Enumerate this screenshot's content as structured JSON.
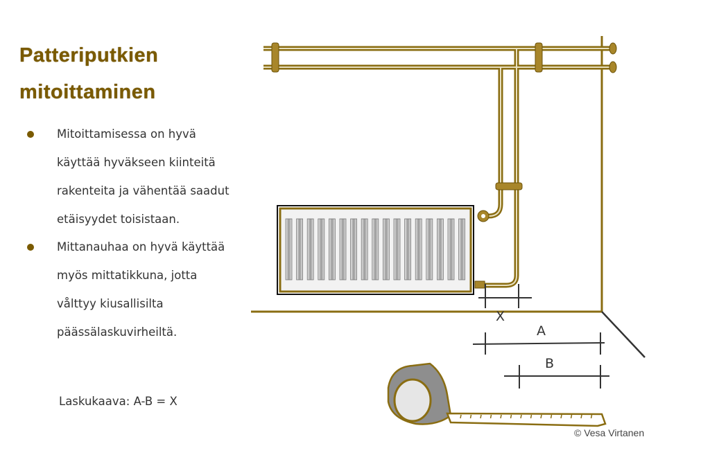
{
  "title": {
    "line1": "Patteriputkien",
    "line2": "mitoittaminen"
  },
  "bullets": [
    {
      "lines": [
        "Mitoittamisessa on hyvä",
        "käyttää hyväkseen kiinteitä",
        "rakenteita ja vähentää saadut",
        "etäisyydet toisistaan."
      ]
    },
    {
      "lines": [
        "Mittanauhaa on hyvä käyttää",
        "myös mittatikkuna, jotta",
        "vålttyy kiusallisilta",
        "päässälaskuvirheiltä."
      ]
    }
  ],
  "formula": "Laskukaava: A-B = X",
  "dimensions": {
    "x": "X",
    "a": "A",
    "b": "B"
  },
  "copyright": "© Vesa Virtanen",
  "colors": {
    "pipe": "#8a6d12",
    "title": "#7a5a00",
    "dim": "#333333"
  }
}
